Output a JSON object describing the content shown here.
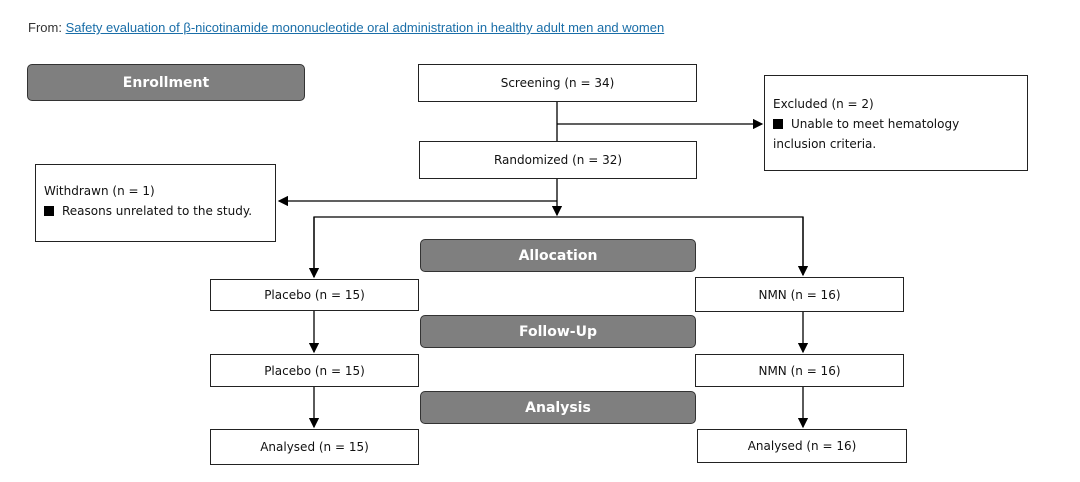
{
  "source": {
    "prefix": "From:",
    "link": "Safety evaluation of β-nicotinamide mononucleotide oral administration in healthy adult men and women"
  },
  "stages": {
    "enrollment": "Enrollment",
    "allocation": "Allocation",
    "followup": "Follow-Up",
    "analysis": "Analysis"
  },
  "screening": "Screening (n = 34)",
  "excluded": {
    "title": "Excluded  (n = 2)",
    "reason_line1": "Unable to meet hematology",
    "reason_line2": "inclusion criteria."
  },
  "randomized": "Randomized (n = 32)",
  "withdrawn": {
    "title": "Withdrawn (n = 1)",
    "reason": "Reasons unrelated to the study."
  },
  "placebo": {
    "allocation": "Placebo (n = 15)",
    "followup": "Placebo (n = 15)",
    "analysed": "Analysed (n = 15)"
  },
  "nmn": {
    "allocation": "NMN (n = 16)",
    "followup": "NMN (n = 16)",
    "analysed": "Analysed (n = 16)"
  }
}
